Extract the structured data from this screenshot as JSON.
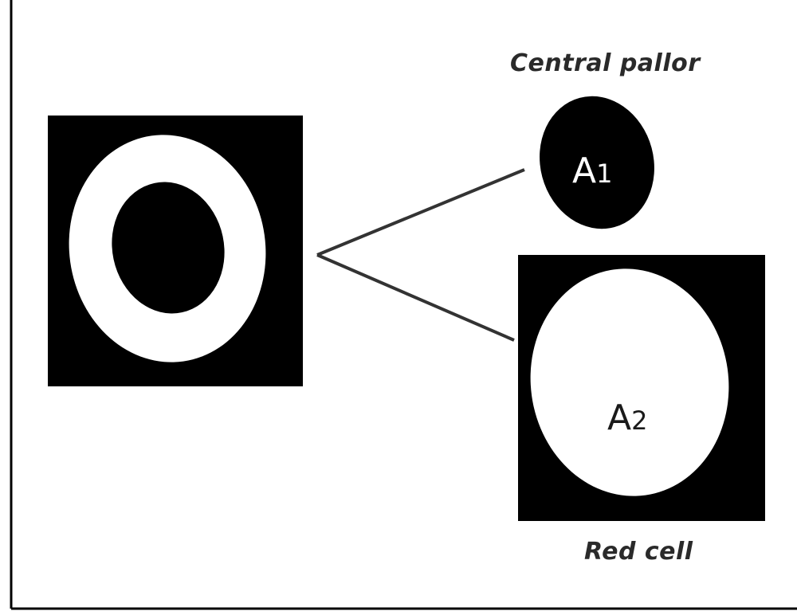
{
  "central_pallor": {
    "caption": "Central pallor",
    "area_symbol": "A",
    "area_subscript": "1"
  },
  "red_cell": {
    "caption": "Red cell",
    "area_symbol": "A",
    "area_subscript": "2"
  },
  "colors": {
    "background": "#ffffff",
    "foreground": "#000000",
    "cell": "#ffffff"
  }
}
